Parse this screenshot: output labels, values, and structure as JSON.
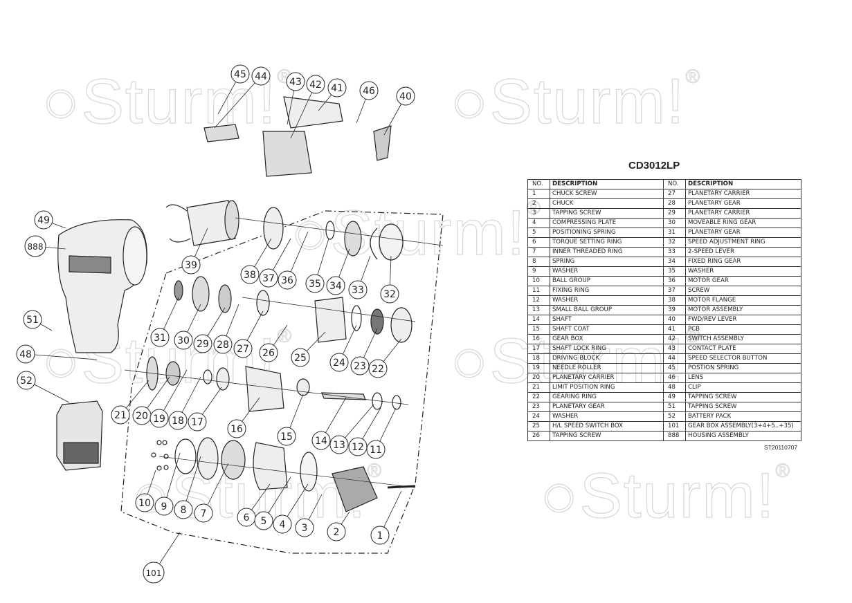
{
  "watermark": "Sturm!",
  "model": "CD3012LP",
  "table": {
    "headers": {
      "no": "NO.",
      "description": "DESCRIPTION"
    },
    "left": [
      {
        "no": "1",
        "desc": "CHUCK SCREW"
      },
      {
        "no": "2",
        "desc": "CHUCK"
      },
      {
        "no": "3",
        "desc": "TAPPING SCREW"
      },
      {
        "no": "4",
        "desc": "COMPRESSING PLATE"
      },
      {
        "no": "5",
        "desc": "POSITIONING SPRING"
      },
      {
        "no": "6",
        "desc": "TORQUE SETTING RING"
      },
      {
        "no": "7",
        "desc": "INNER THREADED RING"
      },
      {
        "no": "8",
        "desc": "SPRING"
      },
      {
        "no": "9",
        "desc": "WASHER"
      },
      {
        "no": "10",
        "desc": "BALL GROUP"
      },
      {
        "no": "11",
        "desc": "FIXING RING"
      },
      {
        "no": "12",
        "desc": "WASHER"
      },
      {
        "no": "13",
        "desc": "SMALL BALL GROUP"
      },
      {
        "no": "14",
        "desc": "SHAFT"
      },
      {
        "no": "15",
        "desc": "SHAFT COAT"
      },
      {
        "no": "16",
        "desc": "GEAR BOX"
      },
      {
        "no": "17",
        "desc": "SHAFT LOCK RING"
      },
      {
        "no": "18",
        "desc": "DRIVING BLOCK"
      },
      {
        "no": "19",
        "desc": "NEEDLE ROLLER"
      },
      {
        "no": "20",
        "desc": "PLANETARY CARRIER"
      },
      {
        "no": "21",
        "desc": "LIMIT POSITION RING"
      },
      {
        "no": "22",
        "desc": "GEARING RING"
      },
      {
        "no": "23",
        "desc": "PLANETARY GEAR"
      },
      {
        "no": "24",
        "desc": "WASHER"
      },
      {
        "no": "25",
        "desc": "H/L SPEED SWITCH BOX"
      },
      {
        "no": "26",
        "desc": "TAPPING SCREW"
      }
    ],
    "right": [
      {
        "no": "27",
        "desc": "PLANETARY CARRIER"
      },
      {
        "no": "28",
        "desc": "PLANETARY GEAR"
      },
      {
        "no": "29",
        "desc": "PLANETARY CARRIER"
      },
      {
        "no": "30",
        "desc": "MOVEABLE RING GEAR"
      },
      {
        "no": "31",
        "desc": "PLANETARY GEAR"
      },
      {
        "no": "32",
        "desc": "SPEED ADJUSTMENT RING"
      },
      {
        "no": "33",
        "desc": "2-SPEED LEVER"
      },
      {
        "no": "34",
        "desc": "FIXED RING GEAR"
      },
      {
        "no": "35",
        "desc": "WASHER"
      },
      {
        "no": "36",
        "desc": "MOTOR GEAR"
      },
      {
        "no": "37",
        "desc": "SCREW"
      },
      {
        "no": "38",
        "desc": "MOTOR FLANGE"
      },
      {
        "no": "39",
        "desc": "MOTOR ASSEMBLY"
      },
      {
        "no": "40",
        "desc": "FWD/REV LEVER"
      },
      {
        "no": "41",
        "desc": "PCB"
      },
      {
        "no": "42",
        "desc": "SWITCH ASSEMBLY"
      },
      {
        "no": "43",
        "desc": "CONTACT PLATE"
      },
      {
        "no": "44",
        "desc": "SPEED SELECTOR BUTTON"
      },
      {
        "no": "45",
        "desc": "POSTION SPRING"
      },
      {
        "no": "46",
        "desc": "LENS"
      },
      {
        "no": "48",
        "desc": "CLIP"
      },
      {
        "no": "49",
        "desc": "TAPPING SCREW"
      },
      {
        "no": "51",
        "desc": "TAPPING SCREW"
      },
      {
        "no": "52",
        "desc": "BATTERY PACK"
      },
      {
        "no": "101",
        "desc": "GEAR BOX ASSEMBLY(3+4+5..+35)"
      },
      {
        "no": "888",
        "desc": "HOUSING ASSEMBLY"
      }
    ]
  },
  "document_code": "ST20110707",
  "callouts": [
    "45",
    "44",
    "43",
    "42",
    "41",
    "46",
    "40",
    "49",
    "888",
    "39",
    "38",
    "37",
    "36",
    "35",
    "34",
    "33",
    "32",
    "31",
    "30",
    "29",
    "28",
    "27",
    "26",
    "25",
    "24",
    "23",
    "22",
    "51",
    "48",
    "52",
    "21",
    "20",
    "19",
    "18",
    "17",
    "16",
    "15",
    "14",
    "13",
    "12",
    "11",
    "10",
    "9",
    "8",
    "7",
    "6",
    "5",
    "4",
    "3",
    "2",
    "1",
    "101"
  ]
}
